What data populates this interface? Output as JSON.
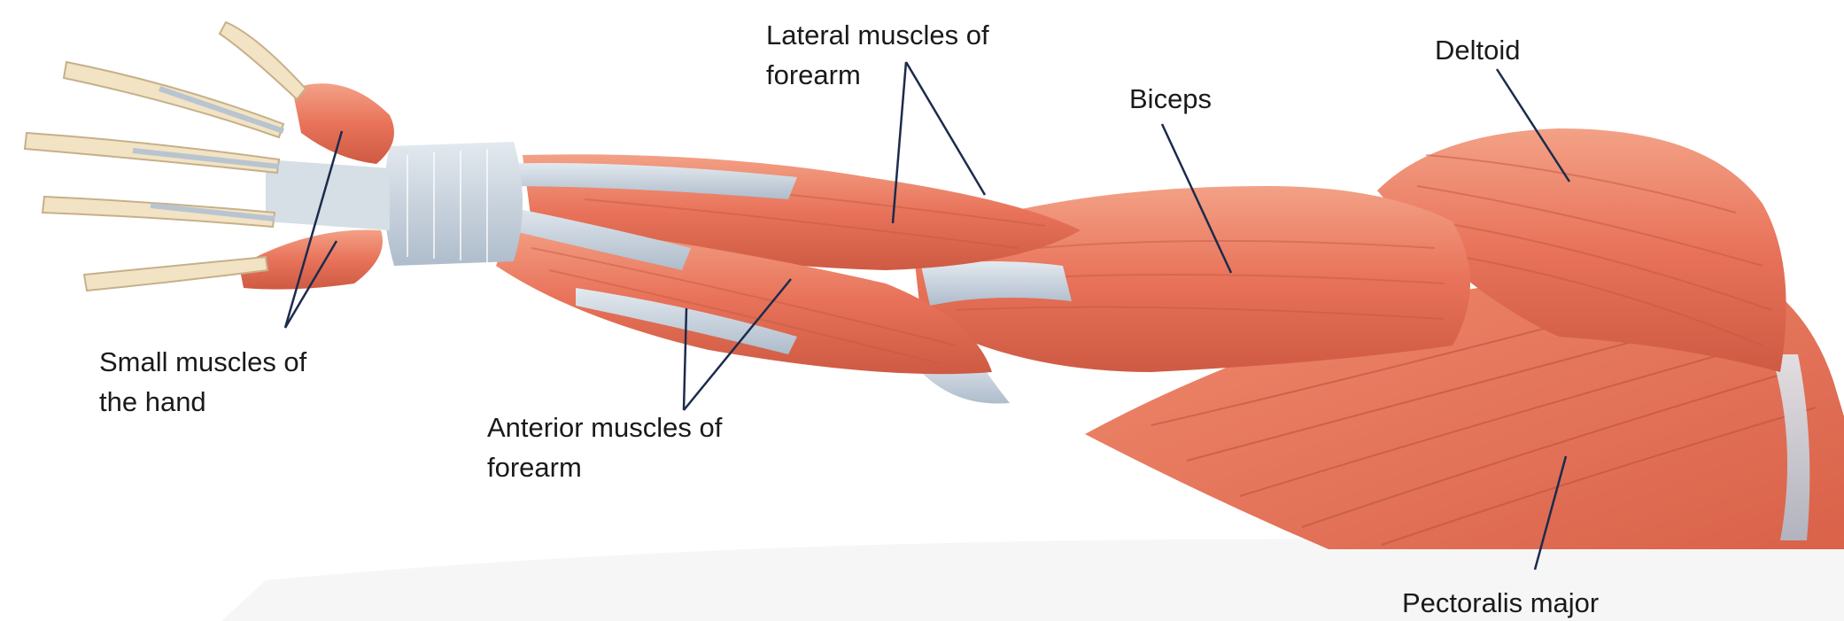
{
  "labels": {
    "lateral_forearm": {
      "line1": "Lateral muscles of",
      "line2": "forearm"
    },
    "deltoid": "Deltoid",
    "biceps": "Biceps",
    "small_hand": {
      "line1": "Small muscles of",
      "line2": "the hand"
    },
    "anterior_forearm": {
      "line1": "Anterior muscles of",
      "line2": "forearm"
    },
    "pectoralis": "Pectoralis major"
  },
  "colors": {
    "muscle": "#e8735a",
    "muscle_light": "#f29478",
    "muscle_dark": "#c85440",
    "tendon": "#c9d3dc",
    "bone": "#f2e3c4",
    "leader_line": "#1c2b4d"
  }
}
